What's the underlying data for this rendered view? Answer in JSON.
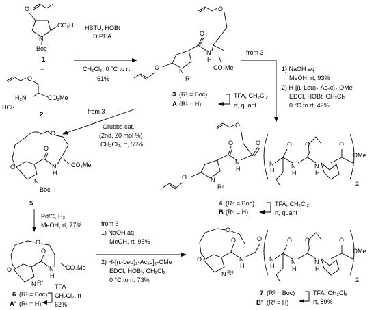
{
  "compounds": {
    "c1": "1",
    "c2": "2",
    "c3": "3",
    "c3_note": "(R¹ = Boc)",
    "cA": "A",
    "cA_note": "(R¹ = H)",
    "c4": "4",
    "c4_note": "(R⁴ = Boc)",
    "cB": "B",
    "cB_note": "(R⁴ = H)",
    "c5": "5",
    "c6": "6",
    "c6_note": "(R² = Boc)",
    "cA2": "A'",
    "cA2_note": "(R² = H)",
    "c7": "7",
    "c7_note": "(R³ = Boc)",
    "cB2": "B'",
    "cB2_note": "(R³ = H)"
  },
  "structure_labels": {
    "boc": "Boc",
    "co2h": "CO₂H",
    "co2me": "CO₂Me",
    "ome": "OMe",
    "o": "O",
    "n": "N",
    "h": "H",
    "nh": "NH",
    "hcl": "HCl·",
    "h2n": "H₂N",
    "r1": "R¹",
    "r2": "R²",
    "r3": "R³",
    "r4": "R⁴",
    "sub2": "2",
    "plus": "+"
  },
  "conditions": {
    "step1": [
      "HBTU, HOBt",
      "DIPEA",
      "CH₂Cl₂, 0 °C to rt",
      "61%"
    ],
    "deprotect3": [
      "TFA, CH₂Cl₂",
      "rt, quant"
    ],
    "from3_top": "from 3",
    "coupling3": [
      "1) NaOH aq",
      "MeOH, rt, 93%",
      "2) H-[(ʟ-Leu)₂-Ac₅c]₂-OMe",
      "EDCI, HOBt, CH₂Cl₂",
      "0 °C to rt, 49%"
    ],
    "from3_mid": "from 3",
    "grubbs": [
      "Grubbs cat.",
      "(2nd, 20 mol %)",
      "CH₂Cl₂, rt, 55%"
    ],
    "deprotect4": [
      "TFA, CH₂Cl₂",
      "rt, quant"
    ],
    "hydrogenation": [
      "Pd/C, H₂",
      "MeOH, rt, 77%"
    ],
    "from6": "from 6",
    "coupling6": [
      "1) NaOH aq",
      "MeOH, rt, 95%",
      "2) H-[(ʟ-Leu)₂-Ac₅c]₂-OMe",
      "EDCI, HOBt, CH₂Cl₂",
      "0 °C to rt, 73%"
    ],
    "deprotect6": [
      "TFA",
      "CH₂Cl₂, rt",
      "62%"
    ],
    "deprotect7": [
      "TFA, CH₂Cl₂",
      "rt, 89%"
    ]
  }
}
